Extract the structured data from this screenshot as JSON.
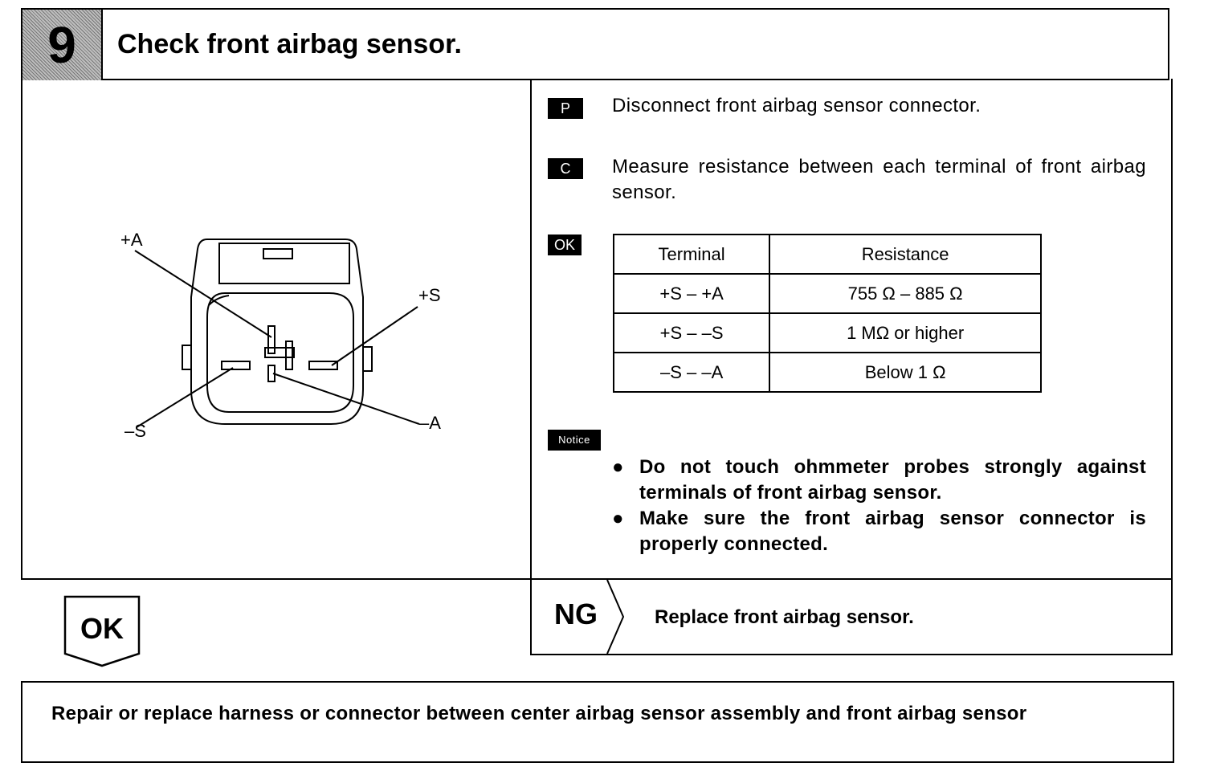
{
  "header": {
    "step_number": "9",
    "title": "Check front airbag sensor."
  },
  "diagram": {
    "labels": {
      "plus_a": "+A",
      "plus_s": "+S",
      "minus_s": "–S",
      "minus_a": "–A"
    }
  },
  "instructions": [
    {
      "tag": "P",
      "text": "Disconnect front airbag sensor connector."
    },
    {
      "tag": "C",
      "text": "Measure resistance between each terminal of front airbag sensor."
    }
  ],
  "ok_spec": {
    "tag": "OK",
    "table": {
      "headers": [
        "Terminal",
        "Resistance"
      ],
      "rows": [
        [
          "+S – +A",
          "755 Ω – 885 Ω"
        ],
        [
          "+S – –S",
          "1 MΩ or higher"
        ],
        [
          "–S – –A",
          "Below 1 Ω"
        ]
      ]
    }
  },
  "notice": {
    "tag": "Notice",
    "items": [
      "Do not touch ohmmeter probes strongly against terminals of front airbag sensor.",
      "Make sure the front airbag sensor connector is properly connected."
    ]
  },
  "ok_result": {
    "label": "OK"
  },
  "ng_result": {
    "label": "NG",
    "text": "Replace front airbag sensor."
  },
  "ok_action": {
    "text": "Repair or replace harness or connector between center airbag sensor assembly and front airbag sensor"
  }
}
